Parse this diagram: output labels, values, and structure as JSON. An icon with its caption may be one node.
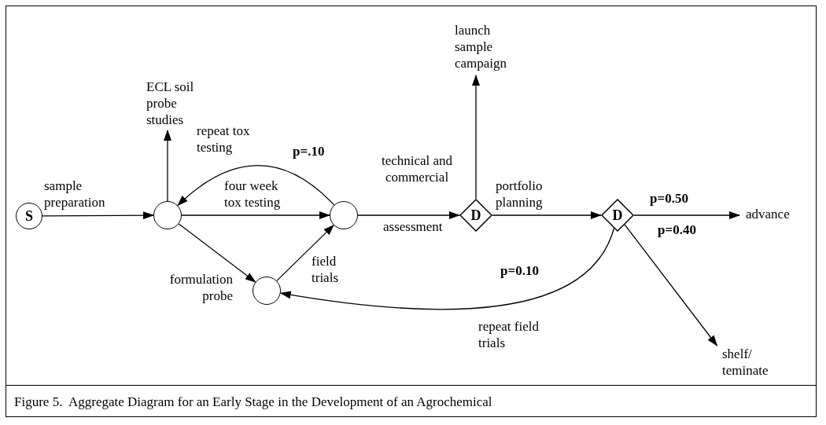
{
  "diagram": {
    "caption": "Figure 5.  Aggregate Diagram for an Early Stage in the Development of an Agrochemical",
    "nodes": [
      {
        "text": [
          "S"
        ]
      },
      {
        "text": [],
        "shape": "circle"
      },
      {
        "text": [],
        "shape": "circle"
      },
      {
        "text": [],
        "shape": "circle"
      },
      {
        "text": [
          "D"
        ]
      },
      {
        "text": [
          "D"
        ]
      },
      {
        "text": [
          "ECL soil probe studies"
        ]
      },
      {
        "text": [
          "launch sample campaign"
        ]
      },
      {
        "text": [
          "advance"
        ]
      },
      {
        "text": [
          "shelf/ teminate"
        ]
      }
    ],
    "edges": [
      {
        "from": 0,
        "to": 1,
        "arrow": "to",
        "label": "sample preparation"
      },
      {
        "from": 1,
        "to": 2,
        "arrow": "to",
        "label": "four week tox testing"
      },
      {
        "from": 2,
        "to": 1,
        "arrow": "to",
        "label": "repeat tox testing"
      },
      {
        "from": 1,
        "to": 6,
        "arrow": "to"
      },
      {
        "from": 1,
        "to": 3,
        "arrow": "to",
        "label": "formulation probe"
      },
      {
        "from": 3,
        "to": 2,
        "arrow": "to",
        "label": "field trials"
      },
      {
        "from": 2,
        "to": 4,
        "arrow": "to",
        "label": "technical and commercial"
      },
      {
        "from": 4,
        "to": 7,
        "arrow": "to"
      },
      {
        "from": 4,
        "to": 5,
        "arrow": "to",
        "label": "portfolio planning"
      },
      {
        "from": 5,
        "to": 8,
        "arrow": "to",
        "label": "p=0.50"
      },
      {
        "from": 5,
        "to": 9,
        "arrow": "to",
        "label": "p=0.40"
      },
      {
        "from": 5,
        "to": 3,
        "arrow": "to",
        "label": "repeat field trials"
      }
    ],
    "labels": [
      "p=.10",
      "assessment",
      "p=0.10"
    ]
  }
}
